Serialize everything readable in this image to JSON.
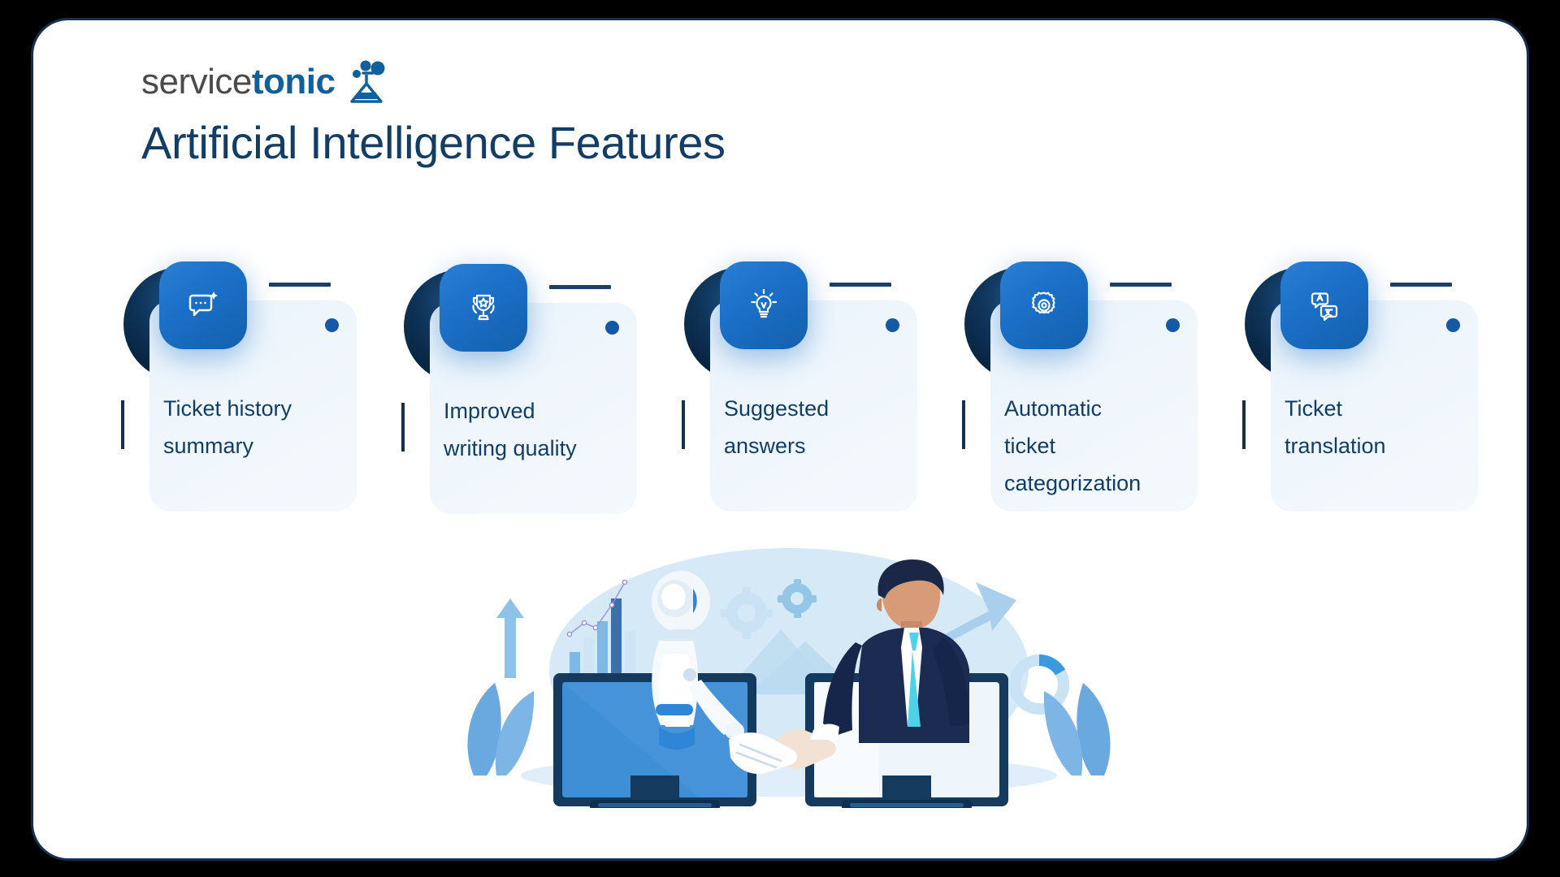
{
  "brand": {
    "logo_text_primary": "service",
    "logo_text_secondary": "tonic",
    "logo_icon": "flask-icon",
    "color_primary": "#10609e",
    "color_text": "#4a4a4a"
  },
  "header": {
    "title": "Artificial Intelligence Features",
    "title_color": "#123e66"
  },
  "cards": [
    {
      "label_line1": "Ticket history",
      "label_line2": "summary",
      "icon": "chat-sparkle-icon"
    },
    {
      "label_line1": "Improved",
      "label_line2": "writing quality",
      "icon": "trophy-star-icon"
    },
    {
      "label_line1": "Suggested",
      "label_line2": "answers",
      "icon": "lightbulb-icon"
    },
    {
      "label_line1": "Automatic ticket",
      "label_line2": "categorization",
      "icon": "gear-icon"
    },
    {
      "label_line1": "Ticket",
      "label_line2": "translation",
      "icon": "translate-bubbles-icon"
    }
  ],
  "illustration": {
    "name": "robot-human-handshake-illustration",
    "elements": [
      "robot",
      "businessman",
      "monitor-left",
      "monitor-right",
      "handshake",
      "gear-large",
      "gear-small",
      "growth-arrow",
      "bar-chart",
      "line-chart",
      "up-arrow",
      "donut-chart",
      "leaf-plant-left",
      "leaf-plant-right"
    ]
  },
  "theme": {
    "frame_border": "#15304f",
    "card_bg_start": "#eaf3fb",
    "card_bg_end": "#f4f9fd",
    "badge_blue": "#1a6fc6",
    "circle_navy": "#0a2744",
    "dot_blue": "#1458a6"
  }
}
